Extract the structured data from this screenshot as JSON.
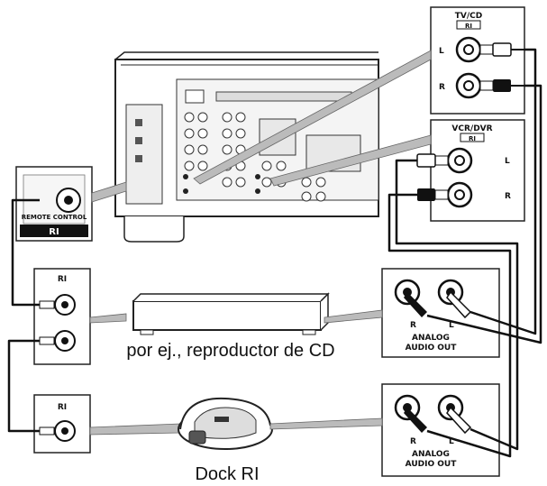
{
  "panels": {
    "tvcd": {
      "title": "TV/CD",
      "badge": "RI",
      "left": "L",
      "right": "R"
    },
    "vcrdvr": {
      "title": "VCR/DVR",
      "badge": "RI",
      "left": "L",
      "right": "R"
    },
    "remote": {
      "label": "REMOTE CONTROL",
      "badge": "RI"
    },
    "ri_player": {
      "label": "RI"
    },
    "ri_dock": {
      "label": "RI"
    },
    "analog_top": {
      "r": "R",
      "l": "L",
      "line1": "ANALOG",
      "line2": "AUDIO OUT"
    },
    "analog_bottom": {
      "r": "R",
      "l": "L",
      "line1": "ANALOG",
      "line2": "AUDIO OUT"
    }
  },
  "captions": {
    "player": "por ej., reproductor de CD",
    "dock": "Dock RI"
  }
}
